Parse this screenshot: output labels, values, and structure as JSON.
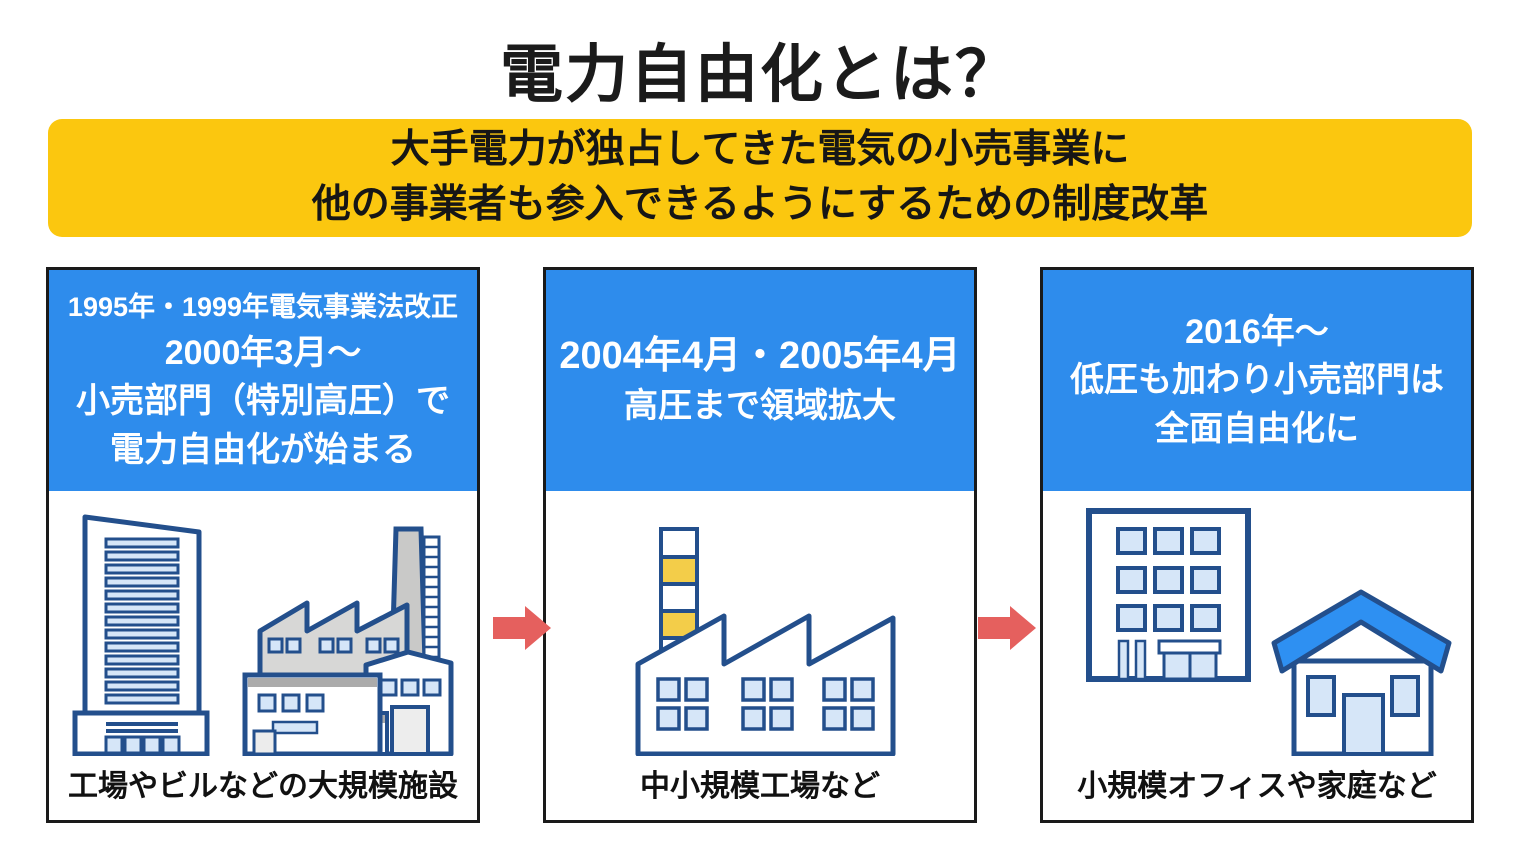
{
  "title": "電力自由化とは？",
  "banner": {
    "line1": "大手電力が独占してきた電気の小売事業に",
    "line2": "他の事業者も参入できるようにするための制度改革"
  },
  "cards": [
    {
      "header_note": "1995年・1999年電気事業法改正",
      "header_lines": [
        "2000年3月〜",
        "小売部門（特別高圧）で",
        "電力自由化が始まる"
      ],
      "caption": "工場やビルなどの大規模施設",
      "illustration": "office-tower-and-factory-icon"
    },
    {
      "header_lines": [
        "2004年4月・2005年4月",
        "高圧まで領域拡大"
      ],
      "caption": "中小規模工場など",
      "illustration": "factory-with-striped-chimney-icon"
    },
    {
      "header_lines": [
        "2016年〜",
        "低圧も加わり小売部門は",
        "全面自由化に"
      ],
      "caption": "小規模オフィスや家庭など",
      "illustration": "office-building-and-house-icon"
    }
  ],
  "arrows": {
    "icon": "arrow-right-icon",
    "color": "#E5605E"
  },
  "colors": {
    "banner_bg": "#FBC70F",
    "header_bg": "#2E8CEC",
    "arrow_red": "#E5605E",
    "outline_navy": "#234F8C",
    "light_blue_fill": "#D6E6F8",
    "gray_fill": "#D7D7D6",
    "dark_gray_band": "#ABABAB",
    "chimney_yellow": "#F3CD49",
    "house_roof_blue": "#2E90F2",
    "card_border": "#1A1A1A",
    "text_dark": "#1B1B1B"
  }
}
